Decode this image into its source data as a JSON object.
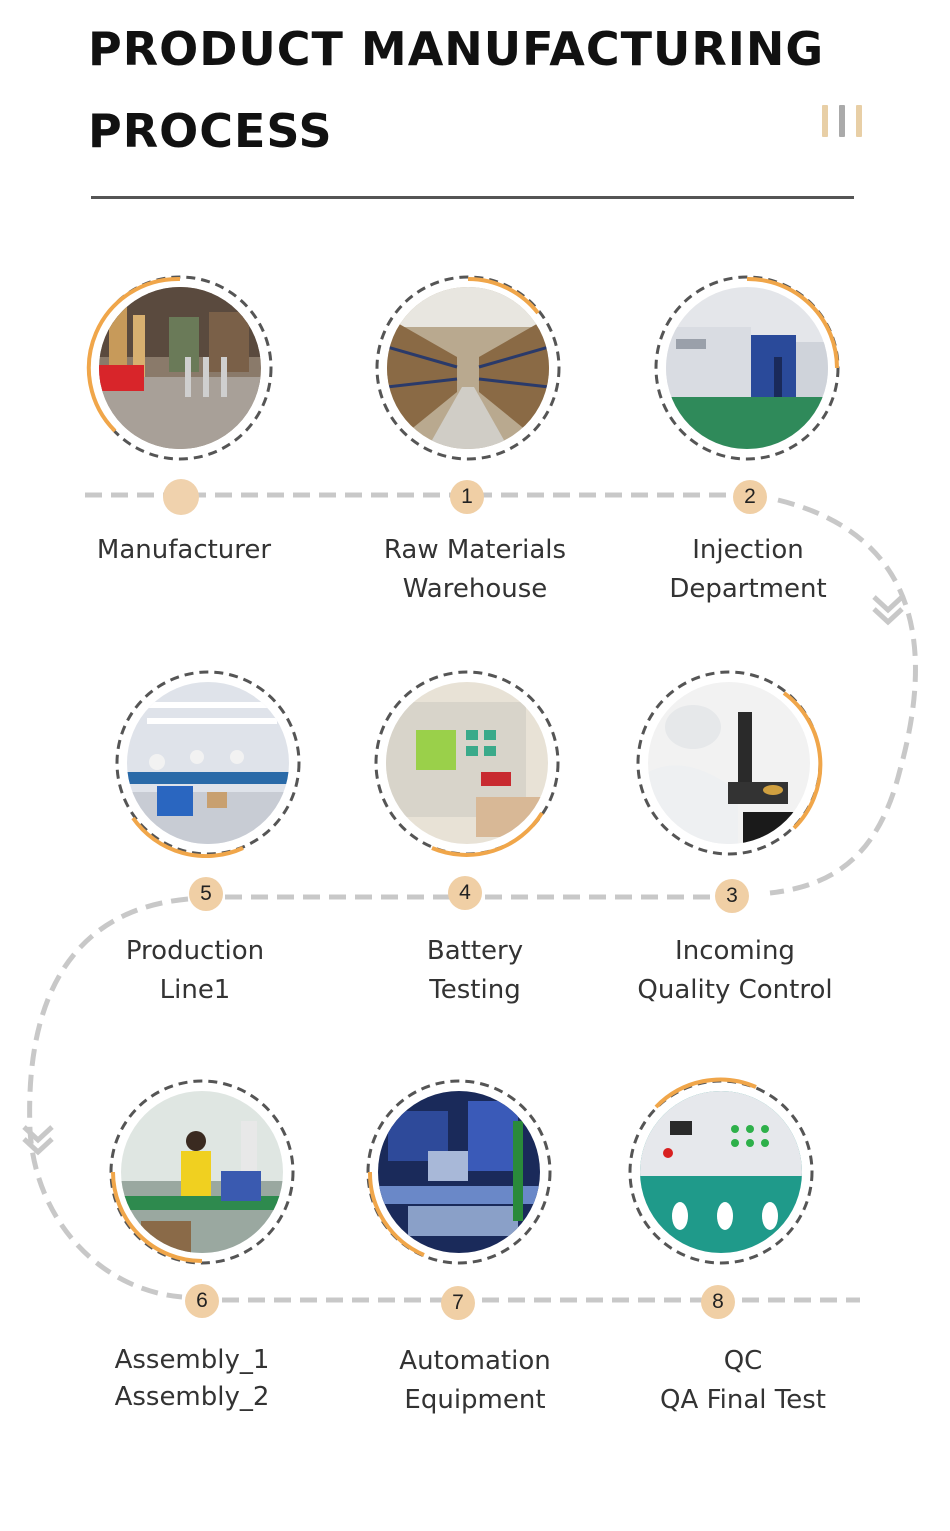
{
  "header": {
    "title_line1": "PRODUCT MANUFACTURING",
    "title_line2": "PROCESS"
  },
  "colors": {
    "accent": "#f0cfa5",
    "ring_orange": "#f0a64a",
    "ring_gray": "#555555",
    "path_gray": "#c8c8c8",
    "title": "#111111"
  },
  "steps": [
    {
      "number": "",
      "line1": "Manufacturer",
      "line2": ""
    },
    {
      "number": "1",
      "line1": "Raw Materials",
      "line2": "Warehouse"
    },
    {
      "number": "2",
      "line1": "Injection",
      "line2": "Department"
    },
    {
      "number": "3",
      "line1": "Incoming",
      "line2": "Quality Control"
    },
    {
      "number": "4",
      "line1": "Battery",
      "line2": "Testing"
    },
    {
      "number": "5",
      "line1": "Production",
      "line2": "Line1"
    },
    {
      "number": "6",
      "line1": "Assembly_1",
      "line2": "Assembly_2"
    },
    {
      "number": "7",
      "line1": "Automation",
      "line2": "Equipment"
    },
    {
      "number": "8",
      "line1": "QC",
      "line2": "QA Final Test"
    }
  ]
}
